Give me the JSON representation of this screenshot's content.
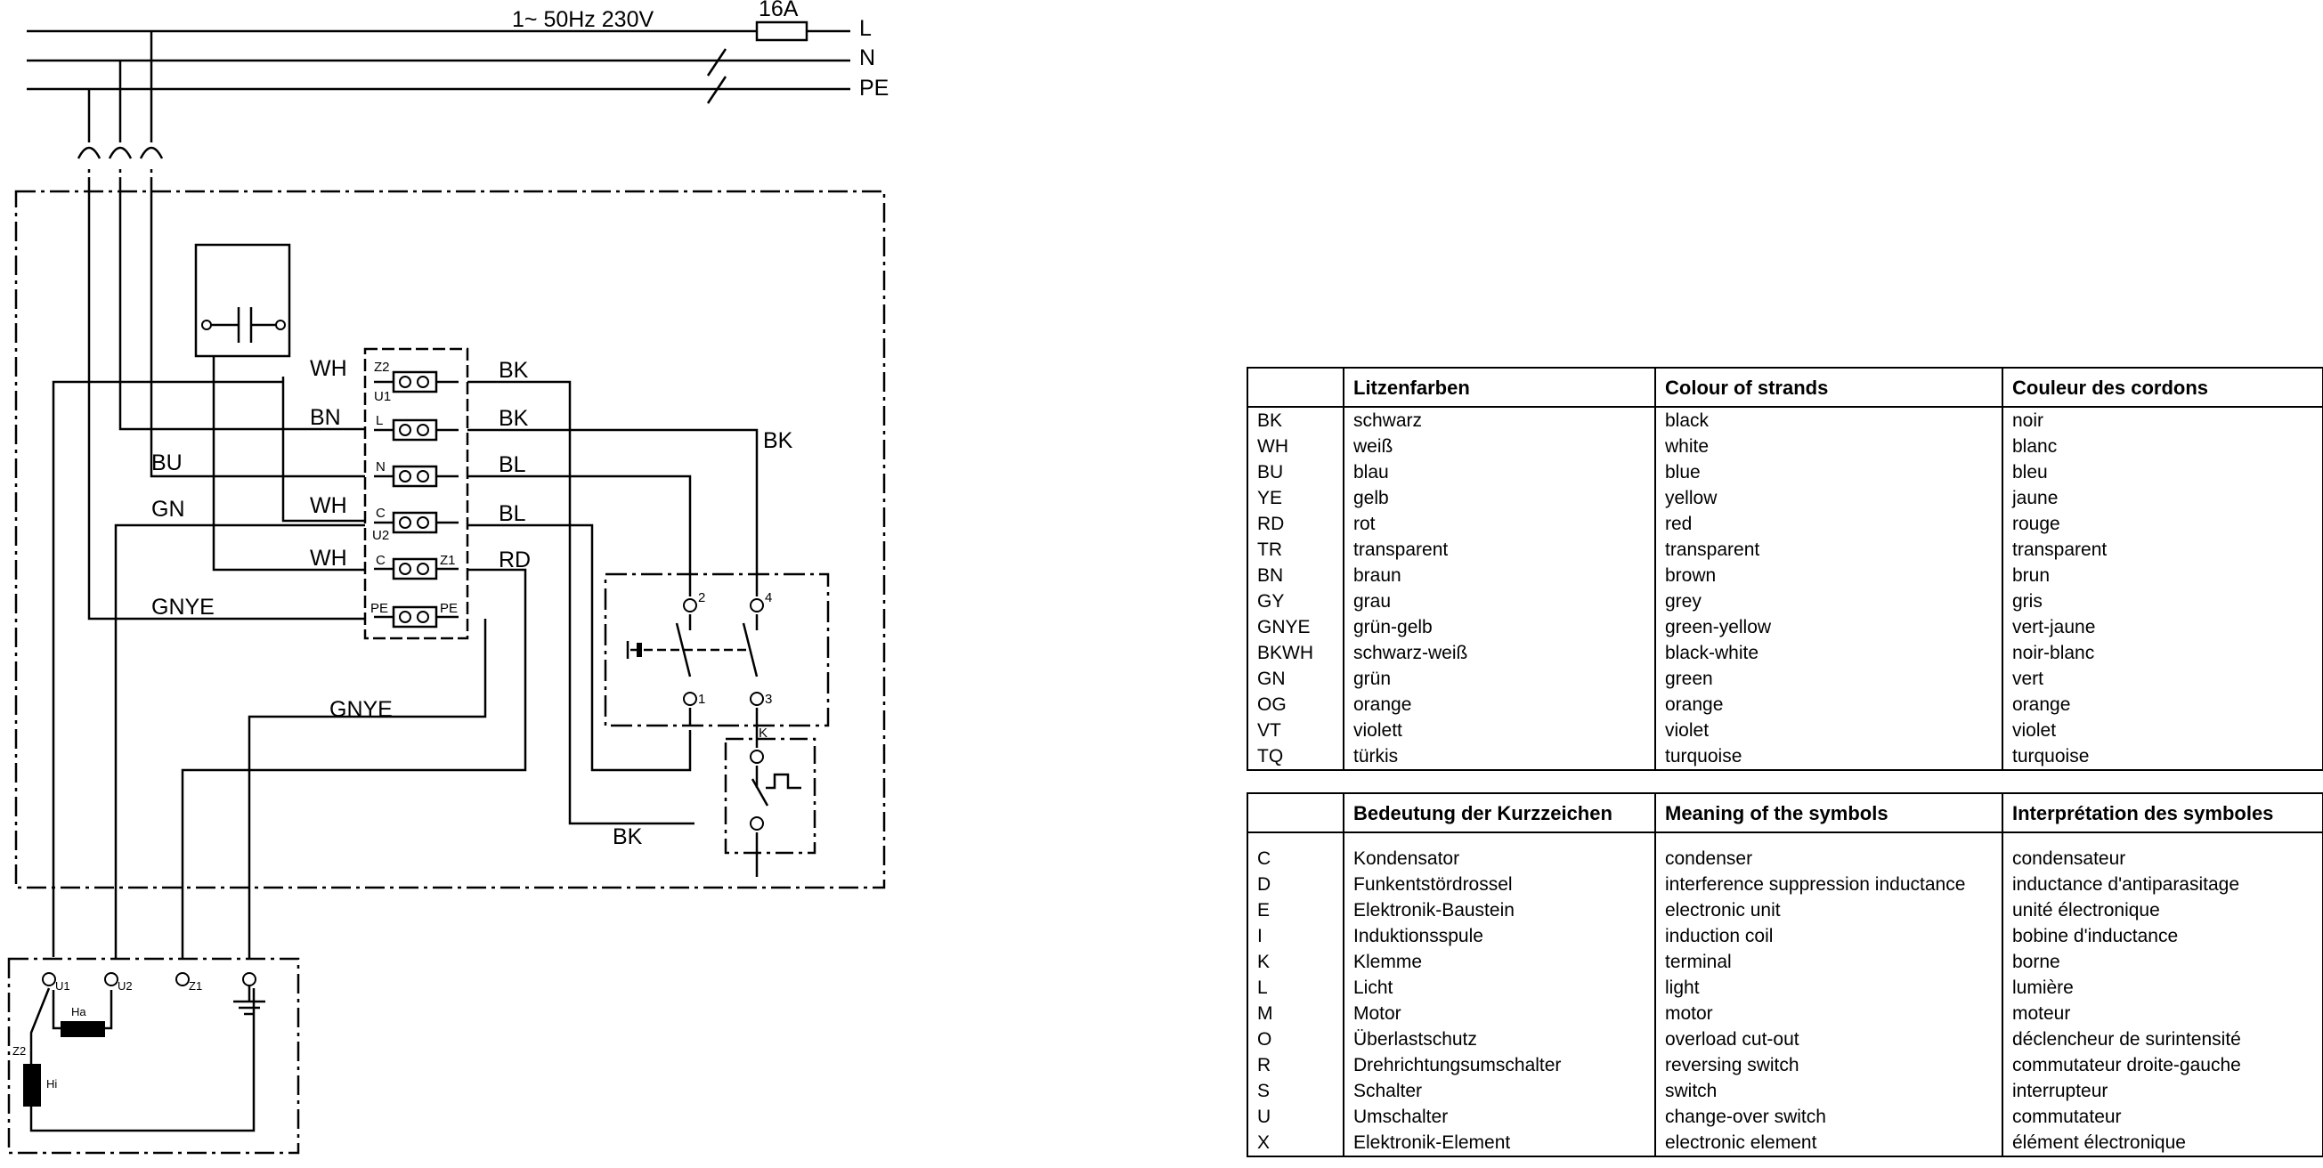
{
  "diagram": {
    "supply": "1~ 50Hz 230V",
    "fuse": "16A",
    "lines": [
      "L",
      "N",
      "PE"
    ],
    "wire_labels": {
      "left": [
        "WH",
        "BN",
        "BU",
        "WH",
        "GN",
        "WH",
        "GNYE"
      ],
      "right": [
        "BK",
        "BK",
        "BL",
        "BL",
        "RD",
        "BK",
        "BK"
      ],
      "gnye_lower": "GNYE"
    },
    "terminal_labels": [
      "Z2",
      "U1",
      "L",
      "N",
      "C",
      "U2",
      "C",
      "Z1",
      "PE",
      "PE"
    ],
    "switch_contacts": [
      "2",
      "4",
      "1",
      "3"
    ],
    "overload_label": "K",
    "motor_terminals": [
      "U1",
      "U2",
      "Z1",
      "Z2"
    ],
    "windings": [
      "Ha",
      "Hi"
    ]
  },
  "colours_table": {
    "headers": [
      "",
      "Litzenfarben",
      "Colour of strands",
      "Couleur des cordons"
    ],
    "rows": [
      [
        "BK",
        "schwarz",
        "black",
        "noir"
      ],
      [
        "WH",
        "weiß",
        "white",
        "blanc"
      ],
      [
        "BU",
        "blau",
        "blue",
        "bleu"
      ],
      [
        "YE",
        "gelb",
        "yellow",
        "jaune"
      ],
      [
        "RD",
        "rot",
        "red",
        "rouge"
      ],
      [
        "TR",
        "transparent",
        "transparent",
        "transparent"
      ],
      [
        "BN",
        "braun",
        "brown",
        "brun"
      ],
      [
        "GY",
        "grau",
        "grey",
        "gris"
      ],
      [
        "GNYE",
        "grün-gelb",
        "green-yellow",
        "vert-jaune"
      ],
      [
        "BKWH",
        "schwarz-weiß",
        "black-white",
        "noir-blanc"
      ],
      [
        "GN",
        "grün",
        "green",
        "vert"
      ],
      [
        "OG",
        "orange",
        "orange",
        "orange"
      ],
      [
        "VT",
        "violett",
        "violet",
        "violet"
      ],
      [
        "TQ",
        "türkis",
        "turquoise",
        "turquoise"
      ]
    ]
  },
  "symbols_table": {
    "headers": [
      "",
      "Bedeutung der Kurzzeichen",
      "Meaning of the symbols",
      "Interprétation des symboles"
    ],
    "rows": [
      [
        "C",
        "Kondensator",
        "condenser",
        "condensateur"
      ],
      [
        "D",
        "Funkentstördrossel",
        "interference suppression inductance",
        "inductance d'antiparasitage"
      ],
      [
        "E",
        "Elektronik-Baustein",
        "electronic unit",
        "unité électronique"
      ],
      [
        "I",
        "Induktionsspule",
        "induction coil",
        "bobine d'inductance"
      ],
      [
        "K",
        "Klemme",
        "terminal",
        "borne"
      ],
      [
        "L",
        "Licht",
        "light",
        "lumière"
      ],
      [
        "M",
        "Motor",
        "motor",
        "moteur"
      ],
      [
        "O",
        "Überlastschutz",
        "overload cut-out",
        "déclencheur de surintensité"
      ],
      [
        "R",
        "Drehrichtungsumschalter",
        "reversing switch",
        "commutateur droite-gauche"
      ],
      [
        "S",
        "Schalter",
        "switch",
        "interrupteur"
      ],
      [
        "U",
        "Umschalter",
        "change-over switch",
        "commutateur"
      ],
      [
        "X",
        "Elektronik-Element",
        "electronic element",
        "élément électronique"
      ]
    ]
  }
}
